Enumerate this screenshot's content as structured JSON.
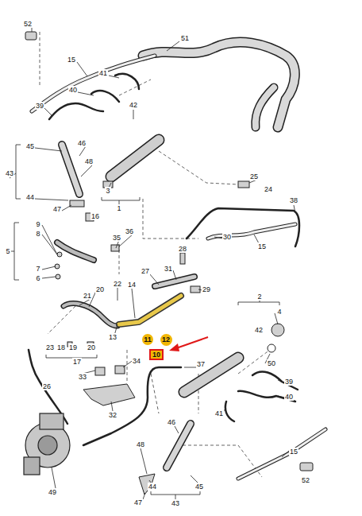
{
  "diagram": {
    "nodes": [
      {
        "text": [
          "11"
        ]
      },
      {
        "text": [
          "12"
        ]
      },
      {
        "text": [
          "10"
        ]
      }
    ],
    "labels": [
      "52",
      "51",
      "15",
      "41",
      "40",
      "39",
      "42",
      "45",
      "46",
      "48",
      "43",
      "25",
      "3",
      "24",
      "44",
      "38",
      "1",
      "47",
      "16",
      "9",
      "36",
      "8",
      "35",
      "30",
      "15",
      "28",
      "5",
      "31",
      "7",
      "27",
      "6",
      "22",
      "14",
      "20",
      "29",
      "21",
      "2",
      "4",
      "42",
      "13",
      "23",
      "18",
      "19",
      "20",
      "34",
      "17",
      "50",
      "37",
      "33",
      "39",
      "26",
      "40",
      "41",
      "32",
      "46",
      "48",
      "15",
      "52",
      "44",
      "45",
      "49",
      "47",
      "43"
    ]
  }
}
